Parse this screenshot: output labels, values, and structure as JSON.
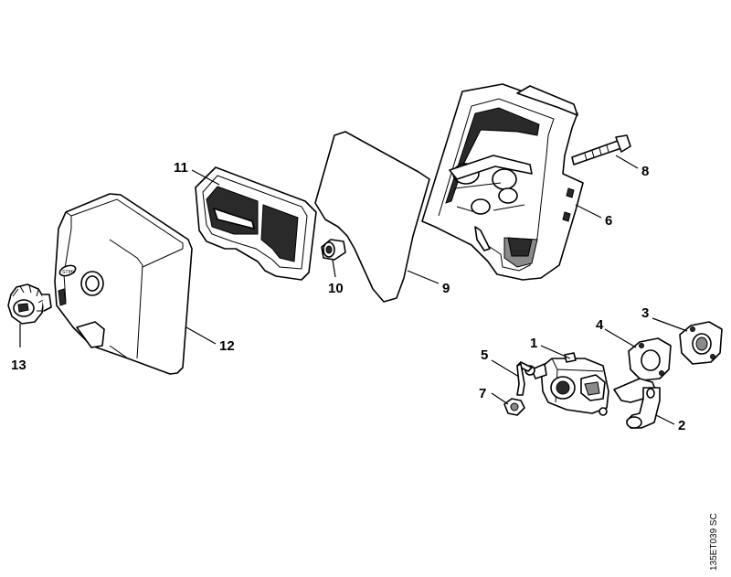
{
  "callouts": {
    "c1": "1",
    "c2": "2",
    "c3": "3",
    "c4": "4",
    "c5": "5",
    "c6": "6",
    "c7": "7",
    "c8": "8",
    "c9": "9",
    "c10": "10",
    "c11": "11",
    "c12": "12",
    "c13": "13"
  },
  "drawing_code": "135ET039 SC",
  "logo_text": "STIHL"
}
